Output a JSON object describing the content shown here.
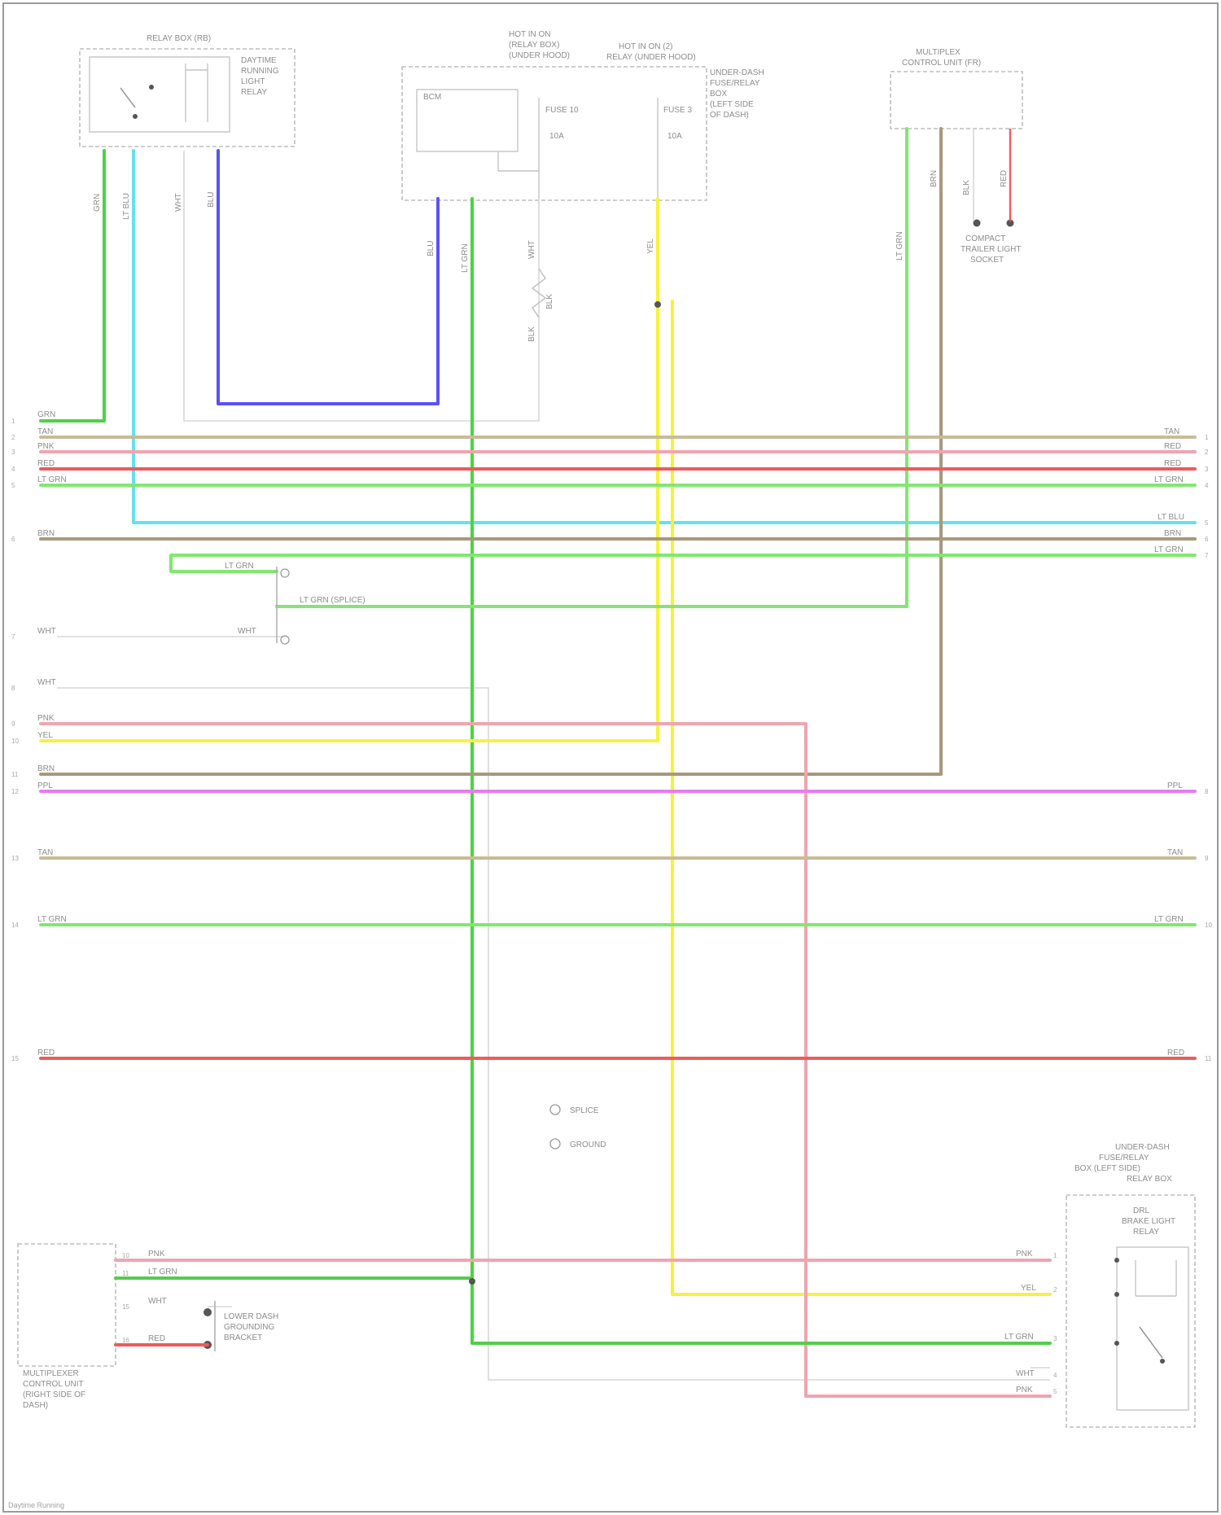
{
  "diagram": {
    "components": {
      "relay_box": {
        "title": "RELAY BOX (RB)",
        "caption": [
          "DAYTIME",
          "RUNNING",
          "LIGHT",
          "RELAY"
        ]
      },
      "fuse_block_left": {
        "title": [
          "HOT IN ON",
          "(RELAY BOX)",
          "(UNDER HOOD)"
        ]
      },
      "fuse_block_mid": {
        "title": [
          "HOT IN ON (2)",
          "RELAY (UNDER HOOD)"
        ]
      },
      "fuse_block_side": {
        "caption": [
          "UNDER-DASH",
          "FUSE/RELAY",
          "BOX",
          "(LEFT SIDE",
          "OF DASH)"
        ]
      },
      "mid_inner": {
        "label": "BCM"
      },
      "fuse_a": {
        "label": "FUSE 10",
        "amp": "10A"
      },
      "fuse_b": {
        "label": "FUSE 3",
        "amp": "10A"
      },
      "right_module": {
        "title": [
          "MULTIPLEX",
          "CONTROL UNIT (FR)"
        ]
      },
      "right_module_ground": [
        "COMPACT",
        "TRAILER LIGHT",
        "SOCKET"
      ],
      "left_module_caption": [
        "MULTIPLEXER",
        "CONTROL UNIT",
        "(RIGHT SIDE OF",
        "DASH)"
      ],
      "left_module_ground": [
        "LOWER DASH",
        "GROUNDING",
        "BRACKET"
      ],
      "right_relay": {
        "title": [
          "UNDER-DASH",
          "FUSE/RELAY",
          "BOX (LEFT SIDE)",
          "RELAY BOX"
        ],
        "caption": [
          "DRL",
          "BRAKE LIGHT",
          "RELAY"
        ]
      }
    },
    "legend": [
      "SPLICE",
      "GROUND"
    ],
    "left_rows": [
      {
        "num": "1",
        "wire": "GRN"
      },
      {
        "num": "2",
        "wire": "TAN"
      },
      {
        "num": "3",
        "wire": "PNK"
      },
      {
        "num": "4",
        "wire": "RED"
      },
      {
        "num": "5",
        "wire": "LT GRN"
      },
      {
        "num": "6",
        "wire": "BRN"
      },
      {
        "num": "7",
        "wire": "WHT"
      },
      {
        "num": "8",
        "wire": "WHT"
      },
      {
        "num": "9",
        "wire": "PNK"
      },
      {
        "num": "10",
        "wire": "YEL"
      },
      {
        "num": "11",
        "wire": "BRN"
      },
      {
        "num": "12",
        "wire": "PPL"
      },
      {
        "num": "13",
        "wire": "TAN"
      },
      {
        "num": "14",
        "wire": "LT GRN"
      },
      {
        "num": "15",
        "wire": "RED"
      }
    ],
    "right_rows": [
      {
        "num": "1",
        "wire": "TAN"
      },
      {
        "num": "2",
        "wire": "RED"
      },
      {
        "num": "3",
        "wire": "RED"
      },
      {
        "num": "4",
        "wire": "LT GRN"
      },
      {
        "num": "5",
        "wire": "LT BLU"
      },
      {
        "num": "6",
        "wire": "BRN"
      },
      {
        "num": "7",
        "wire": "LT GRN"
      },
      {
        "num": "8",
        "wire": "PPL"
      },
      {
        "num": "9",
        "wire": "TAN"
      },
      {
        "num": "10",
        "wire": "LT GRN"
      },
      {
        "num": "11",
        "wire": "RED"
      }
    ],
    "vertical_labels": {
      "v1": "GRN",
      "v2": "LT BLU",
      "v3": "WHT",
      "v4": "BLU",
      "v5": "BLU",
      "v6": "LT GRN",
      "v7": "WHT",
      "v8": "YEL",
      "v9": "LT GRN",
      "v10": "BRN",
      "v11": "BLK",
      "v12": "RED"
    },
    "mid_labels": {
      "join_a": "LT GRN",
      "join_b": "LT GRN (SPLICE)",
      "join_c": "WHT",
      "join_d": "BLK",
      "resistor": "BLK"
    },
    "bottom_left_pins": [
      {
        "num": "10",
        "wire": "PNK"
      },
      {
        "num": "11",
        "wire": "LT GRN"
      },
      {
        "num": "15",
        "wire": "WHT"
      },
      {
        "num": "16",
        "wire": "RED"
      }
    ],
    "bottom_right_pins": [
      {
        "num": "1",
        "wire": "PNK"
      },
      {
        "num": "2",
        "wire": "YEL"
      },
      {
        "num": "3",
        "wire": "LT GRN"
      },
      {
        "num": "4",
        "wire": "WHT"
      },
      {
        "num": "5",
        "wire": "PNK"
      }
    ],
    "footer": "Daytime Running"
  },
  "colors": {
    "green": "#4ed145",
    "lt_green": "#7fe86e",
    "cyan": "#62e2ee",
    "blue": "#5a52f2",
    "yellow": "#f5f140",
    "pink": "#f2a4ae",
    "red": "#f05a5a",
    "tan": "#c9bb96",
    "brown": "#a8987a",
    "purple": "#e87af2",
    "gray": "#d7d7d7"
  }
}
